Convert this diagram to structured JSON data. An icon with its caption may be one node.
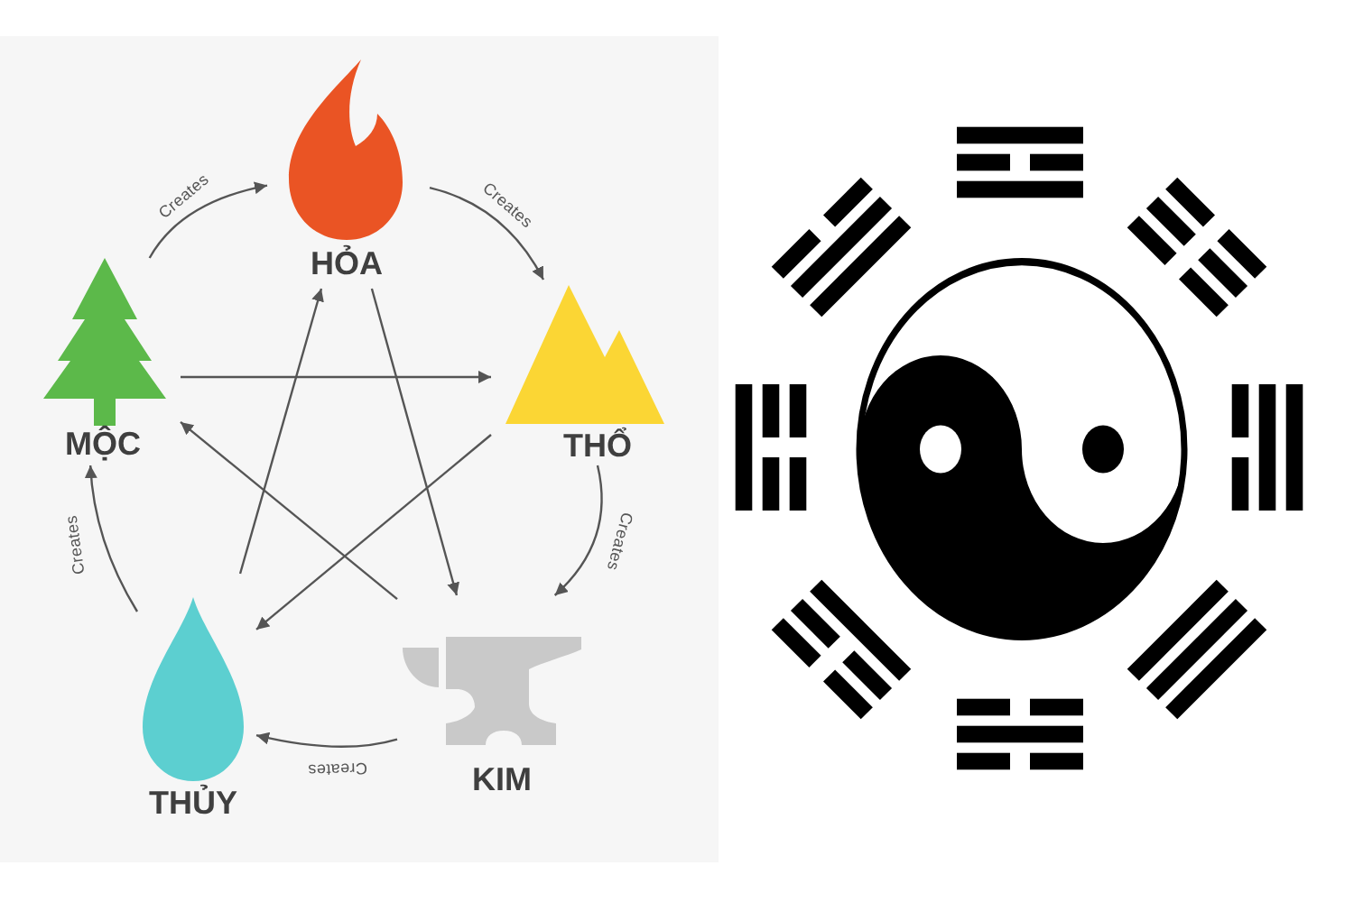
{
  "diagram": {
    "nodes": [
      {
        "text": [
          "HỎA"
        ]
      },
      {
        "text": [
          "MỘC"
        ]
      },
      {
        "text": [
          "THỔ"
        ]
      },
      {
        "text": [
          "THỦY"
        ]
      },
      {
        "text": [
          "KIM"
        ]
      }
    ],
    "edges": [
      {
        "from": 1,
        "to": 0,
        "arrow": "to",
        "label": "Creates"
      },
      {
        "from": 0,
        "to": 2,
        "arrow": "to",
        "label": "Creates"
      },
      {
        "from": 2,
        "to": 4,
        "arrow": "to",
        "label": "Creates"
      },
      {
        "from": 4,
        "to": 3,
        "arrow": "to",
        "label": "Creates"
      },
      {
        "from": 3,
        "to": 1,
        "arrow": "to",
        "label": "Creates"
      },
      {
        "from": 1,
        "to": 2,
        "arrow": "to"
      },
      {
        "from": 0,
        "to": 4,
        "arrow": "to"
      },
      {
        "from": 2,
        "to": 3,
        "arrow": "to"
      },
      {
        "from": 4,
        "to": 1,
        "arrow": "to"
      },
      {
        "from": 3,
        "to": 0,
        "arrow": "to"
      }
    ]
  }
}
